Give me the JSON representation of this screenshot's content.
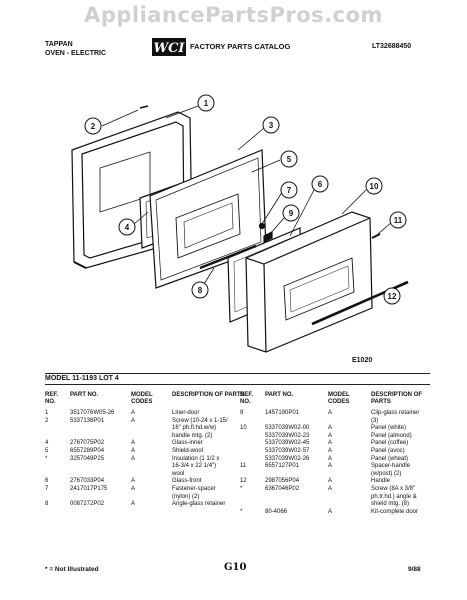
{
  "watermark": "AppliancePartsPros.com",
  "header": {
    "brand": "TAPPAN",
    "product": "OVEN - ELECTRIC",
    "logo": "WCI",
    "catalog_title": "FACTORY PARTS CATALOG",
    "catalog_number": "LT32688450"
  },
  "diagram": {
    "callouts": [
      "1",
      "2",
      "3",
      "4",
      "5",
      "6",
      "7",
      "8",
      "9",
      "10",
      "11",
      "12"
    ],
    "figure_id": "E1020"
  },
  "model_line": "MODEL 11-1193 LOT 4",
  "columns": {
    "ref_no": "REF.\nNO.",
    "part_no": "PART\nNO.",
    "model_codes": "MODEL\nCODES",
    "description": "DESCRIPTION\nOF PARTS"
  },
  "left_parts": [
    {
      "ref": "1",
      "part": "3517076W05-26",
      "code": "A",
      "desc": "Liner-door"
    },
    {
      "ref": "2",
      "part": "5337138P01",
      "code": "A",
      "desc": "Screw (10-24 x 1-15/\n16\" ph.fl.hd.w/w)\nhandle mtg. (2)"
    },
    {
      "ref": "4",
      "part": "2767075P02",
      "code": "A",
      "desc": "Glass-inner"
    },
    {
      "ref": "5",
      "part": "6557289P04",
      "code": "A",
      "desc": "Shield-wool"
    },
    {
      "ref": "*",
      "part": "3257049P25",
      "code": "A",
      "desc": "Insulation (1 1/2 x\n16-3/4 x 22 1/4\")\nwool"
    },
    {
      "ref": "6",
      "part": "2767033P04",
      "code": "A",
      "desc": "Glass-front"
    },
    {
      "ref": "7",
      "part": "2417017P175",
      "code": "A",
      "desc": "Fastener-spacer\n(nylon) (2)"
    },
    {
      "ref": "8",
      "part": "0087272P02",
      "code": "A",
      "desc": "Angle-glass retainer"
    }
  ],
  "right_parts": [
    {
      "ref": "9",
      "part": "1457190P01",
      "code": "A",
      "desc": "Clip-glass retainer\n(3)"
    },
    {
      "ref": "10",
      "part": "5337039W02-00",
      "code": "A",
      "desc": "Panel (white)"
    },
    {
      "ref": "",
      "part": "5337039W02-23",
      "code": "A",
      "desc": "Panel (almond)"
    },
    {
      "ref": "",
      "part": "5337039W02-45",
      "code": "A",
      "desc": "Panel (coffee)"
    },
    {
      "ref": "",
      "part": "5337039W02-57",
      "code": "A",
      "desc": "Panel (avoc)"
    },
    {
      "ref": "",
      "part": "5337039W02-26",
      "code": "A",
      "desc": "Panel (wheat)"
    },
    {
      "ref": "11",
      "part": "6557127P01",
      "code": "A",
      "desc": "Spacer-handle\n(w/post) (2)"
    },
    {
      "ref": "12",
      "part": "2987056P04",
      "code": "A",
      "desc": "Handle"
    },
    {
      "ref": "*",
      "part": "6367046P02",
      "code": "A",
      "desc": "Screw (8A x 3/8\"\nph.tr.hd.) angle &\nshield mtg. (8)"
    },
    {
      "ref": "*",
      "part": "80-4066",
      "code": "A",
      "desc": "Kit-complete door"
    }
  ],
  "footer": {
    "note": "* = Not Illustrated",
    "page": "G10",
    "date": "9/88"
  }
}
